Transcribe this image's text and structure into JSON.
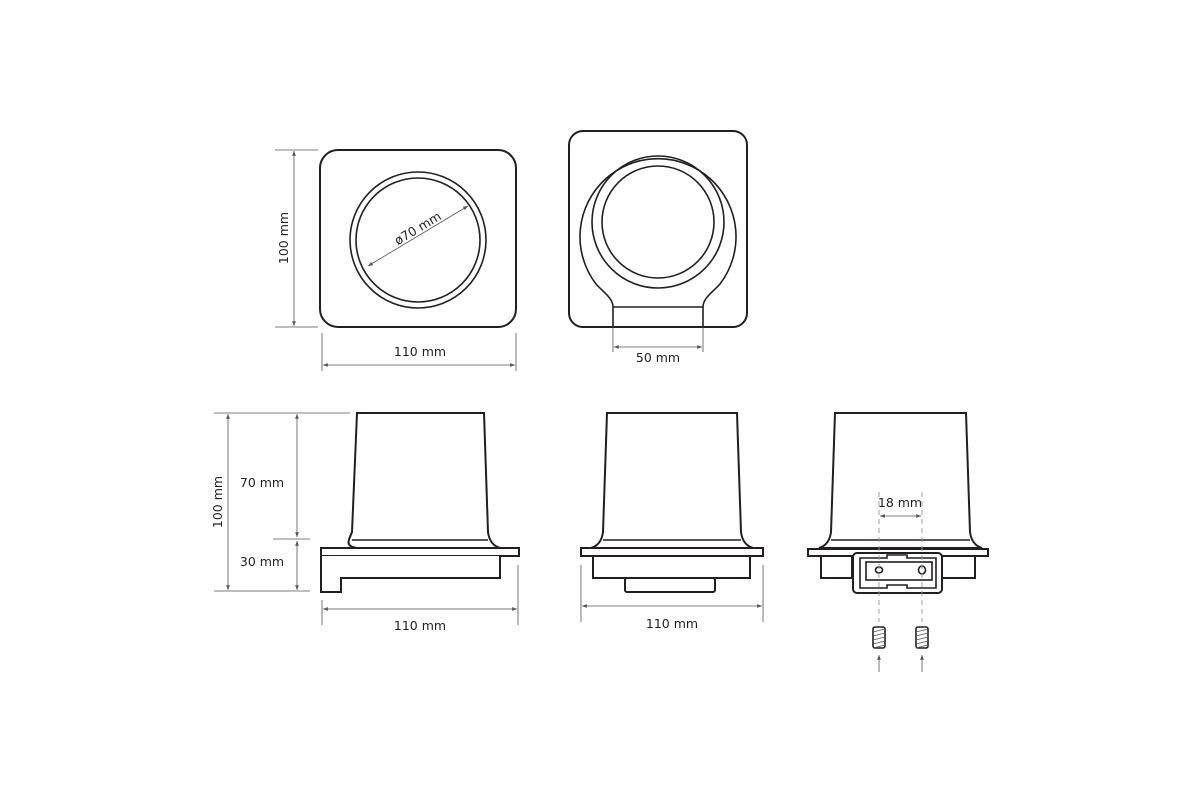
{
  "top_left_view": {
    "diameter_label": "ø70 mm",
    "height_label": "100 mm",
    "width_label": "110 mm"
  },
  "top_right_view": {
    "neck_width_label": "50 mm"
  },
  "side_view": {
    "total_height_label": "100 mm",
    "cup_height_label": "70 mm",
    "base_height_label": "30 mm",
    "width_label": "110 mm"
  },
  "front_view": {
    "width_label": "110 mm"
  },
  "mount_view": {
    "screw_spacing_label": "18 mm"
  }
}
